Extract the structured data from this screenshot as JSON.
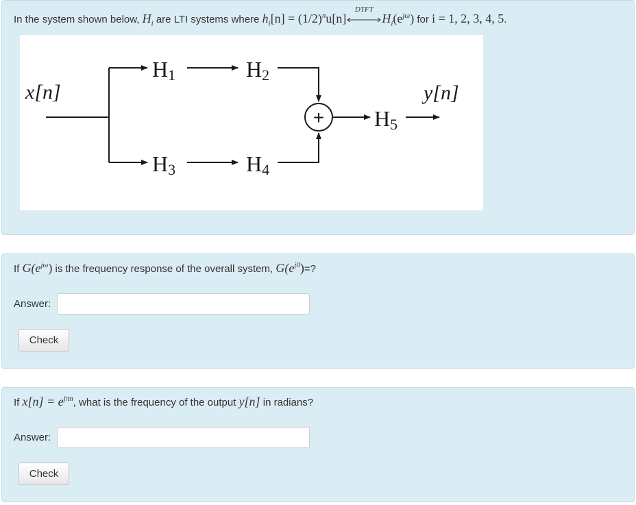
{
  "question1": {
    "prefix": "In the system shown below,",
    "mid1": "are LTI systems where",
    "math_h": "H",
    "math_sub": "i",
    "math_impulse_lhs": "h",
    "math_impulse_rhs": "[n] = (1/2)",
    "math_impulse_exp": "n",
    "math_impulse_tail": "u[n]",
    "dtft_label": "DTFT",
    "math_freq_tail": "(e",
    "math_freq_exp": "jω",
    "math_freq_close": ")",
    "mid2": "for",
    "math_index": "i = 1, 2, 3, 4, 5",
    "suffix": "."
  },
  "diagram": {
    "input_label": "x[n]",
    "output_label": "y[n]",
    "adder_symbol": "+",
    "blocks": {
      "h1": "H",
      "h1_sub": "1",
      "h2": "H",
      "h2_sub": "2",
      "h3": "H",
      "h3_sub": "3",
      "h4": "H",
      "h4_sub": "4",
      "h5": "H",
      "h5_sub": "5"
    }
  },
  "question2": {
    "prefix": "If",
    "math_g": "G(e",
    "math_g_exp": "jω",
    "math_g_close": ")",
    "mid": "is the frequency response of the overall system,",
    "math_g0": "G(e",
    "math_g0_exp": "j0",
    "math_g0_close": ")",
    "suffix": "=?",
    "answer_label": "Answer:",
    "answer_value": "",
    "check_label": "Check"
  },
  "question3": {
    "prefix": "If",
    "math_x": "x[n] = e",
    "math_x_exp": "jπn",
    "mid": ", what is the frequency of the output",
    "math_y": "y[n]",
    "suffix": "in radians?",
    "answer_label": "Answer:",
    "answer_value": "",
    "check_label": "Check"
  }
}
